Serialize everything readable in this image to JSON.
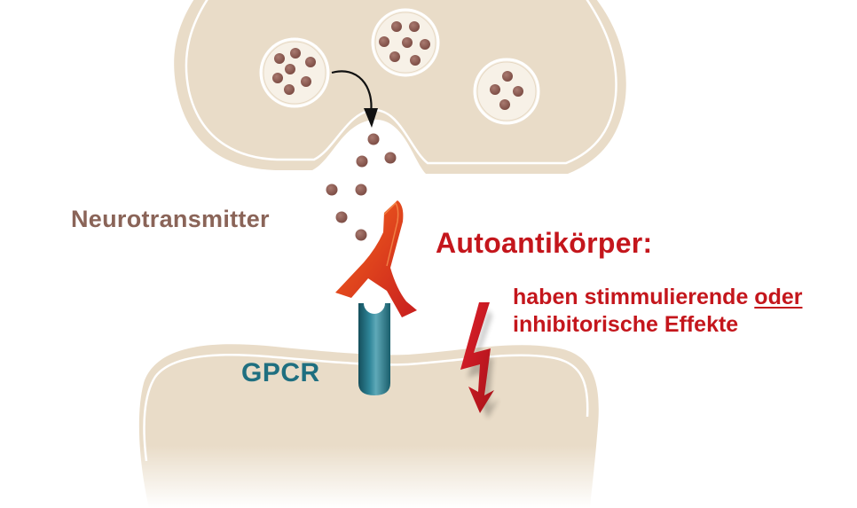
{
  "labels": {
    "neurotransmitter": "Neurotransmitter",
    "gpcr": "GPCR",
    "autoantibody_title": "Autoantikörper:",
    "effect_line1_prefix": "haben stimmulierende ",
    "effect_line1_emphasis": "oder",
    "effect_line2": "inhibitorische Effekte"
  },
  "colors": {
    "membrane": "#e9dcc8",
    "membrane_border": "#ffffff",
    "vesicle_fill": "#f7f1e7",
    "neurotransmitter": "#8c5b52",
    "neurotransmitter_text": "#8a6458",
    "receptor": "#1f6f80",
    "antibody": "#e23a1e",
    "accent_red": "#c4161c"
  },
  "icons": {
    "release_arrow": "curved-arrow-icon",
    "effect_symbol": "lightning-bolt-icon"
  }
}
